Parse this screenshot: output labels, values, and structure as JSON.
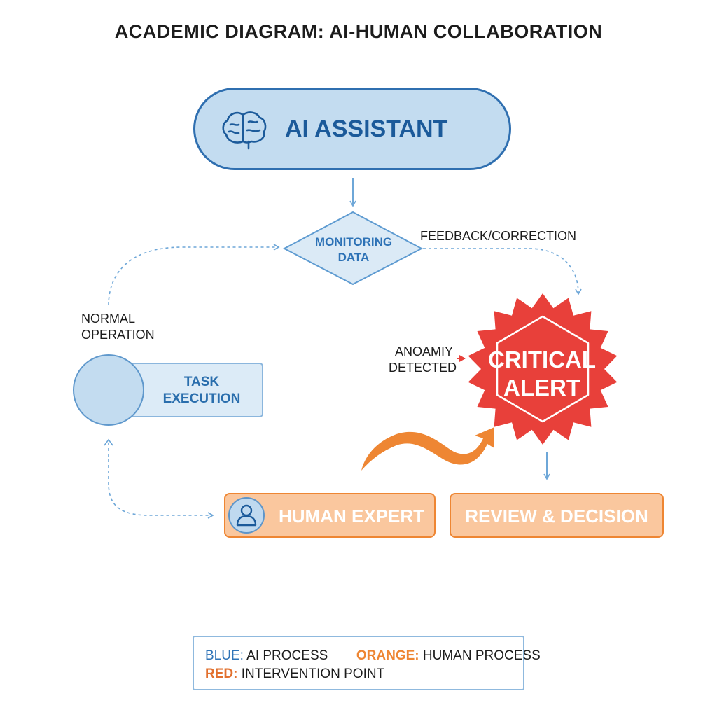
{
  "title": "ACADEMIC DIAGRAM: AI-HUMAN COLLABORATION",
  "nodes": {
    "ai_assistant": {
      "label": "AI ASSISTANT",
      "icon": "brain-icon"
    },
    "monitoring": {
      "line1": "MONITORING",
      "line2": "DATA"
    },
    "task_execution": {
      "line1": "TASK",
      "line2": "EXECUTION"
    },
    "critical_alert": {
      "line1": "CRITICAL",
      "line2": "ALERT"
    },
    "human_expert": {
      "label": "HUMAN EXPERT",
      "icon": "person-icon"
    },
    "review": {
      "label": "REVIEW & DECISION"
    }
  },
  "edge_labels": {
    "feedback": "FEEDBACK/CORRECTION",
    "normal_line1": "NORMAL",
    "normal_line2": "OPERATION",
    "anomaly_line1": "ANOAMIY",
    "anomaly_line2": "DETECTED"
  },
  "legend": {
    "blue_key": "BLUE:",
    "blue_value": "AI PROCESS",
    "orange_key": "ORANGE:",
    "orange_value": "HUMAN PROCESS",
    "red_key": "RED:",
    "red_value": "INTERVENTION POINT"
  },
  "colors": {
    "ai_blue": "#2f6fb0",
    "ai_fill": "#c3dcf0",
    "human_orange": "#ee8633",
    "human_fill": "#fac79e",
    "alert_red": "#e8403a"
  }
}
